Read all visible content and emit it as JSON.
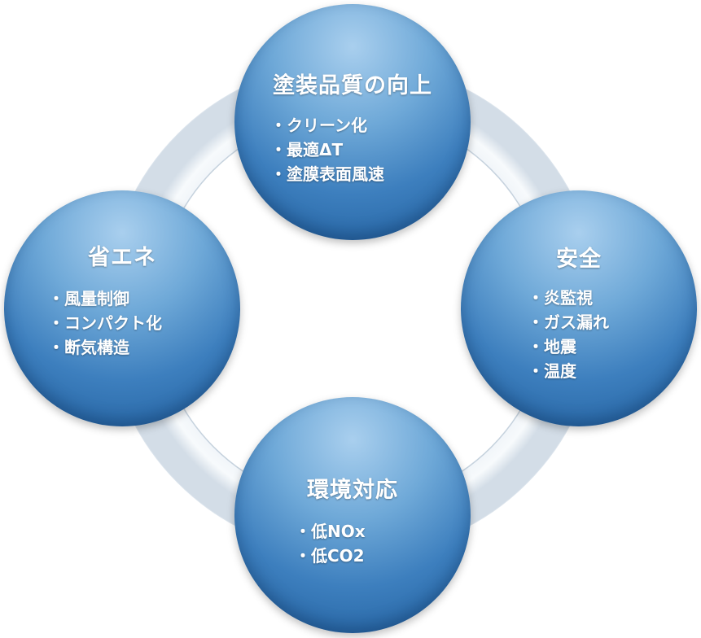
{
  "nodes": [
    {
      "id": "top",
      "title": "塗装品質の向上",
      "items": [
        "クリーン化",
        "最適ΔT",
        "塗膜表面風速"
      ]
    },
    {
      "id": "left",
      "title": "省エネ",
      "items": [
        "風量制御",
        "コンパクト化",
        "断気構造"
      ]
    },
    {
      "id": "right",
      "title": "安全",
      "items": [
        "炎監視",
        "ガス漏れ",
        "地震",
        "温度"
      ]
    },
    {
      "id": "bottom",
      "title": "環境対応",
      "items": [
        "低NOx",
        "低CO2"
      ]
    }
  ],
  "colors": {
    "node_fill_light": "#a9cfee",
    "node_fill_dark": "#1f5d9c",
    "ring_light": "#f3f7fb",
    "ring_dark": "#c9d6e2",
    "text": "#ffffff"
  }
}
